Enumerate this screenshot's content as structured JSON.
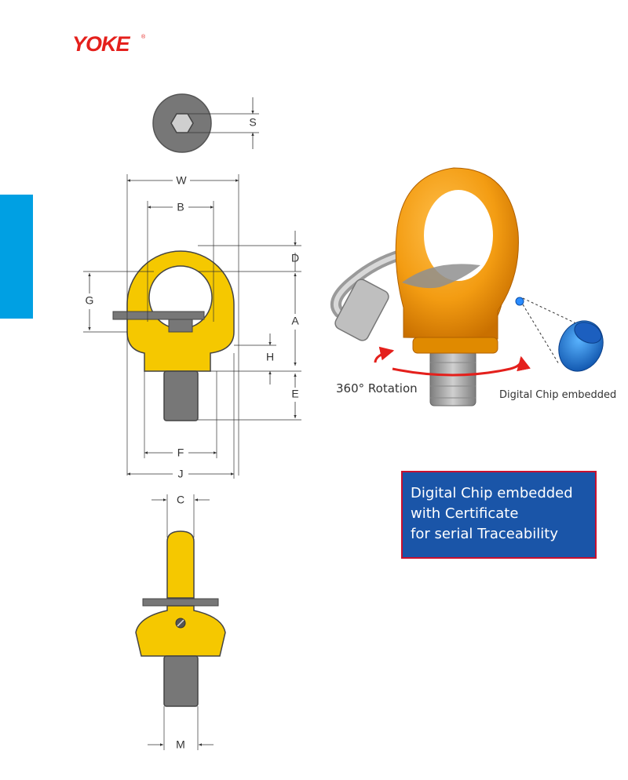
{
  "brand": {
    "name": "YOKE",
    "color": "#e4201c"
  },
  "accent_colors": {
    "tab": "#00a0e3",
    "body_yellow": "#f5c800",
    "product_orange": "#f39c12",
    "banner_bg": "#1a55a8",
    "banner_border": "#c8102e",
    "rotation_arrow": "#e4201c"
  },
  "dimensions": {
    "top_view": {
      "S": "S"
    },
    "front_view": {
      "W": "W",
      "B": "B",
      "D": "D",
      "G": "G",
      "A": "A",
      "H": "H",
      "E": "E",
      "F": "F",
      "J": "J"
    },
    "side_view": {
      "C": "C",
      "M": "M"
    }
  },
  "photo": {
    "rotation_caption": "360° Rotation",
    "chip_caption": "Digital Chip embedded"
  },
  "banner": {
    "lines": [
      "Digital Chip embedded",
      "with Certificate",
      "for serial Traceability"
    ]
  }
}
